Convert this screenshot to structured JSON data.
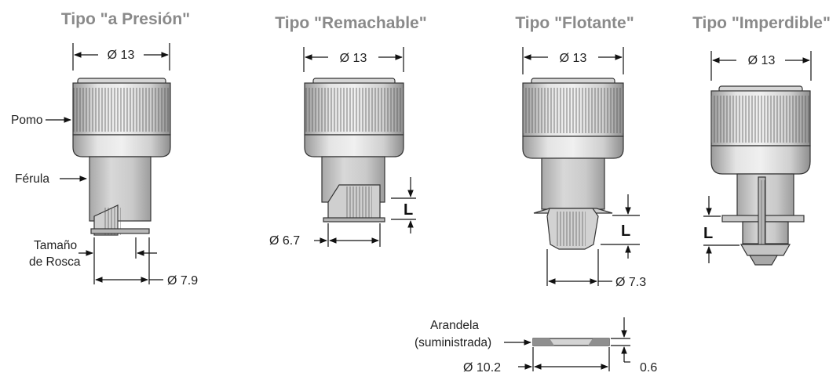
{
  "titles": {
    "press": "Tipo \"a Presión\"",
    "rivet": "Tipo \"Remachable\"",
    "float": "Tipo \"Flotante\"",
    "captive": "Tipo \"Imperdible\""
  },
  "dims": {
    "press_top": "Ø 13",
    "rivet_top": "Ø 13",
    "float_top": "Ø 13",
    "captive_top": "Ø 13",
    "press_bottom": "Ø 7.9",
    "rivet_bottom": "Ø 6.7",
    "float_bottom": "Ø 7.3",
    "washer_width": "Ø 10.2",
    "washer_thickness": "0.6",
    "rivet_L": "L",
    "float_L": "L",
    "captive_L": "L"
  },
  "labels": {
    "knob": "Pomo",
    "ferrule": "Férula",
    "thread_size_1": "Tamaño",
    "thread_size_2": "de Rosca",
    "washer_1": "Arandela",
    "washer_2": "(suministrada)"
  },
  "colors": {
    "title": "#8a8a8a",
    "knob_light": "#e8e8e8",
    "knob_dark": "#9a9a9a",
    "ferrule": "#c8c8c8",
    "line": "#111111"
  }
}
